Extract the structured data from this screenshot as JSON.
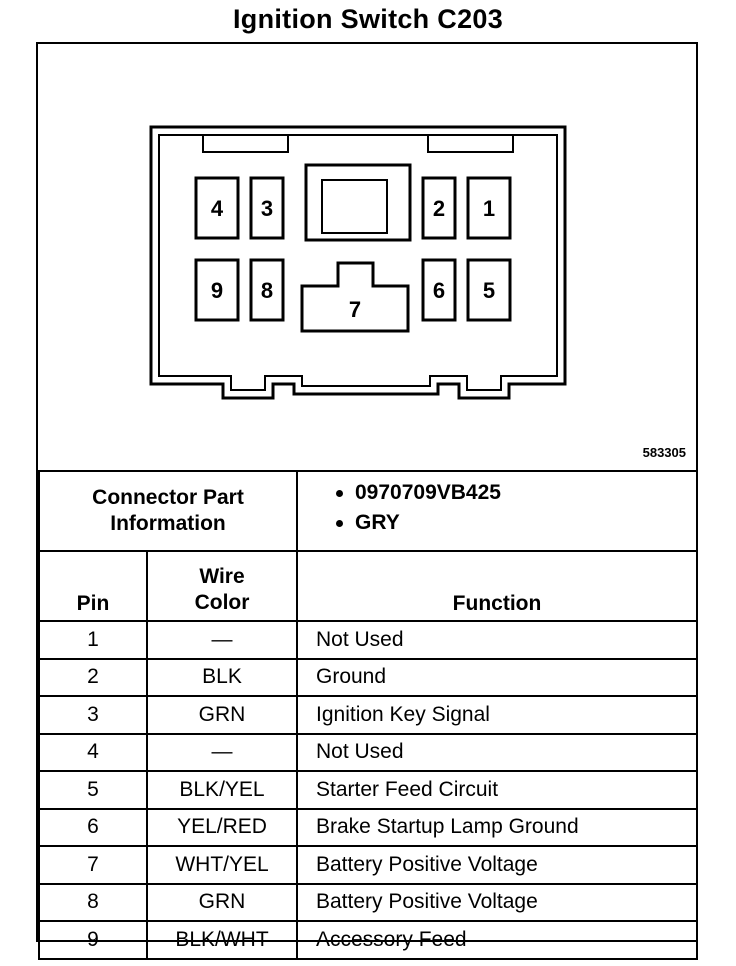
{
  "title": "Ignition Switch C203",
  "reference_number": "583305",
  "connector": {
    "pin_labels": [
      "1",
      "2",
      "3",
      "4",
      "5",
      "6",
      "7",
      "8",
      "9"
    ]
  },
  "part_info": {
    "label_line1": "Connector Part",
    "label_line2": "Information",
    "items": [
      "0970709VB425",
      "GRY"
    ]
  },
  "table": {
    "headers": {
      "pin": "Pin",
      "wire_line1": "Wire",
      "wire_line2": "Color",
      "function": "Function"
    },
    "rows": [
      {
        "pin": "1",
        "wire": "—",
        "function": "Not Used"
      },
      {
        "pin": "2",
        "wire": "BLK",
        "function": "Ground"
      },
      {
        "pin": "3",
        "wire": "GRN",
        "function": "Ignition Key Signal"
      },
      {
        "pin": "4",
        "wire": "—",
        "function": "Not Used"
      },
      {
        "pin": "5",
        "wire": "BLK/YEL",
        "function": "Starter Feed Circuit"
      },
      {
        "pin": "6",
        "wire": "YEL/RED",
        "function": "Brake Startup Lamp Ground"
      },
      {
        "pin": "7",
        "wire": "WHT/YEL",
        "function": "Battery Positive Voltage"
      },
      {
        "pin": "8",
        "wire": "GRN",
        "function": "Battery Positive Voltage"
      },
      {
        "pin": "9",
        "wire": "BLK/WHT",
        "function": "Accessory Feed"
      }
    ]
  }
}
